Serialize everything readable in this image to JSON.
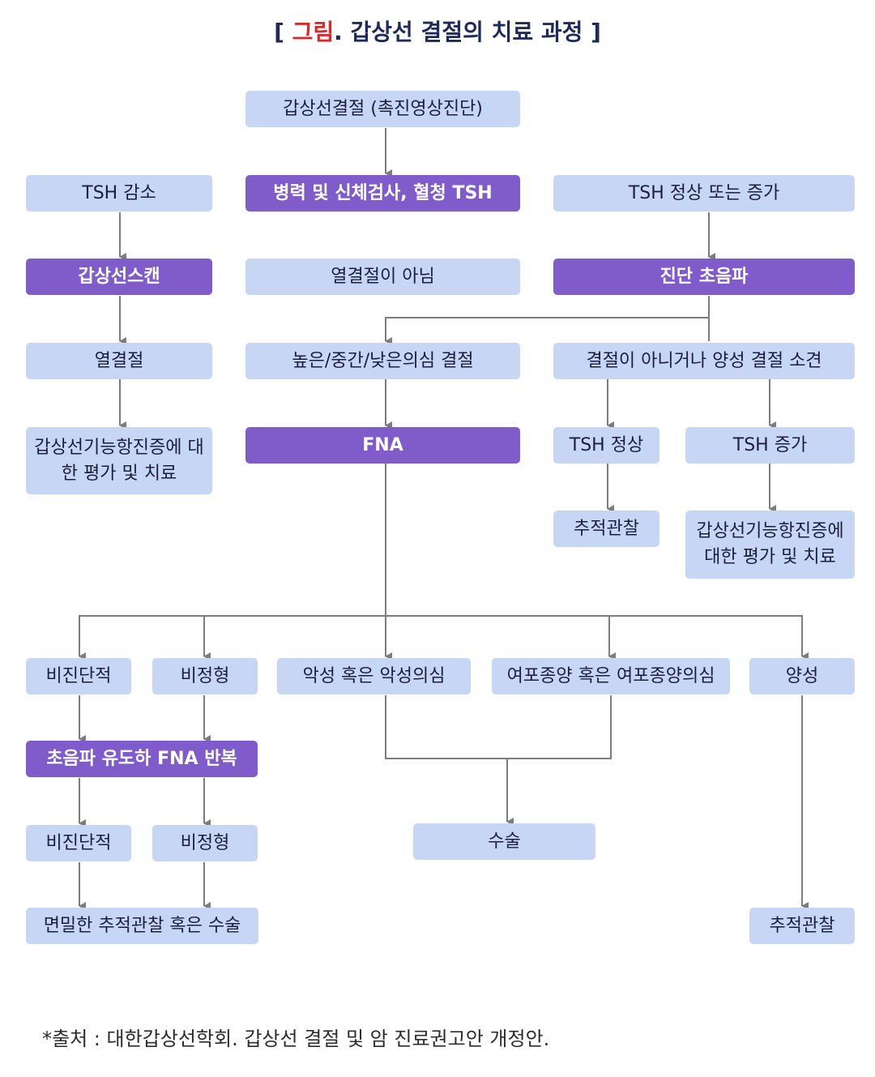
{
  "title": {
    "open": "[ ",
    "highlight": "그림",
    "rest": ". 갑상선 결절의 치료 과정 ]"
  },
  "colors": {
    "light_box": "#c7d6f5",
    "dark_box": "#7f5cc9",
    "title_highlight": "#d82a2a",
    "line": "#7d7d7d"
  },
  "nodes": {
    "nodule_exam": "갑상선결절 (촉진영상진단)",
    "history_tsh": "병력 및 신체검사, 혈청 TSH",
    "tsh_low": "TSH 감소",
    "tsh_normal_high": "TSH 정상 또는 증가",
    "thyroid_scan": "갑상선스캔",
    "not_hot": "열결절이 아님",
    "ultrasound": "진단 초음파",
    "hot_nodule": "열결절",
    "suspicion": "높은/중간/낮은의심 결절",
    "benign_finding": "결절이 아니거나 양성 결절 소견",
    "hyper_eval_1": "갑상선기능항진증에 대한 평가 및 치료",
    "fna": "FNA",
    "tsh_normal": "TSH 정상",
    "tsh_high": "TSH 증가",
    "follow_up_1": "추적관찰",
    "hyper_eval_2": "갑상선기능항진증에 대한 평가 및 치료",
    "nondiag_1": "비진단적",
    "atypical_1": "비정형",
    "malignant": "악성 혹은 악성의심",
    "follicular": "여포종양 혹은 여포종양의심",
    "benign": "양성",
    "repeat_fna": "초음파 유도하 FNA 반복",
    "nondiag_2": "비진단적",
    "atypical_2": "비정형",
    "surgery": "수술",
    "close_follow_up": "면밀한 추적관찰 혹은 수술",
    "follow_up_2": "추적관찰"
  },
  "source": "*출처 : 대한갑상선학회. 갑상선 결절 및 암 진료권고안 개정안."
}
